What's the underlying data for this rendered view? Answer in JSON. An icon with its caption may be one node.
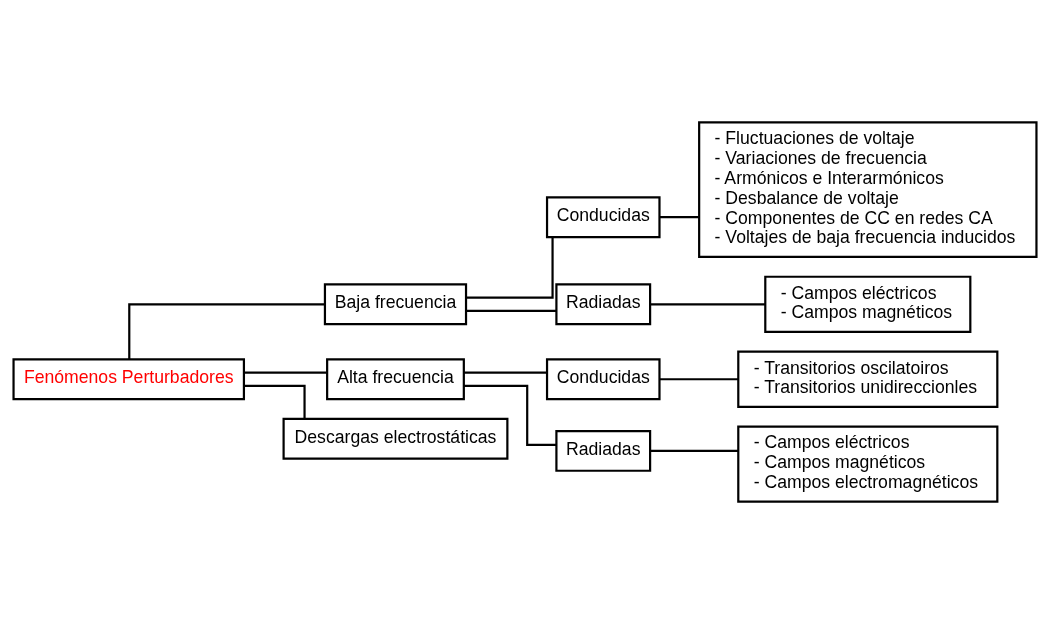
{
  "diagram": {
    "nodes": [
      {
        "text": [
          "Fenómenos Perturbadores"
        ]
      },
      {
        "text": [
          "Baja frecuencia"
        ]
      },
      {
        "text": [
          "Conducidas"
        ]
      },
      {
        "text": [
          "- Fluctuaciones de voltaje",
          "- Variaciones de frecuencia",
          "- Armónicos e Interarmónicos",
          "- Desbalance de voltaje",
          "- Componentes de CC en redes CA",
          "- Voltajes de baja frecuencia inducidos"
        ]
      },
      {
        "text": [
          "Radiadas"
        ]
      },
      {
        "text": [
          "- Campos eléctricos",
          "- Campos magnéticos"
        ]
      },
      {
        "text": [
          "Alta frecuencia"
        ]
      },
      {
        "text": [
          "Conducidas"
        ]
      },
      {
        "text": [
          "- Transitorios oscilatoiros",
          "- Transitorios unidireccionles"
        ]
      },
      {
        "text": [
          "Radiadas"
        ]
      },
      {
        "text": [
          "- Campos eléctricos",
          "- Campos magnéticos",
          "- Campos electromagnéticos"
        ]
      },
      {
        "text": [
          "Descargas electrostáticas"
        ]
      }
    ],
    "edges": [
      {
        "from": 0,
        "to": 1,
        "arrow": "none"
      },
      {
        "from": 1,
        "to": 2,
        "arrow": "none"
      },
      {
        "from": 2,
        "to": 3,
        "arrow": "none"
      },
      {
        "from": 1,
        "to": 4,
        "arrow": "none"
      },
      {
        "from": 4,
        "to": 5,
        "arrow": "none"
      },
      {
        "from": 0,
        "to": 6,
        "arrow": "none"
      },
      {
        "from": 6,
        "to": 7,
        "arrow": "none"
      },
      {
        "from": 7,
        "to": 8,
        "arrow": "none"
      },
      {
        "from": 6,
        "to": 9,
        "arrow": "none"
      },
      {
        "from": 9,
        "to": 10,
        "arrow": "none"
      },
      {
        "from": 0,
        "to": 11,
        "arrow": "none"
      }
    ]
  }
}
